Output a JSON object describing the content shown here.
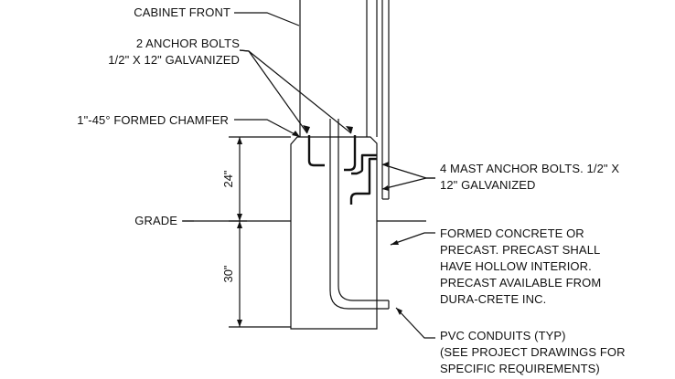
{
  "labels": {
    "cabinet_front": "CABINET FRONT",
    "anchor_bolts_line1": "2 ANCHOR BOLTS",
    "anchor_bolts_line2": "1/2\" X 12\" GALVANIZED",
    "chamfer": "1\"-45° FORMED CHAMFER",
    "grade": "GRADE",
    "mast_bolts_line1": "4 MAST ANCHOR BOLTS. 1/2\" X",
    "mast_bolts_line2": "12\" GALVANIZED",
    "concrete_line1": "FORMED CONCRETE OR",
    "concrete_line2": "PRECAST. PRECAST SHALL",
    "concrete_line3": "HAVE HOLLOW INTERIOR.",
    "concrete_line4": "PRECAST AVAILABLE FROM",
    "concrete_line5": "DURA-CRETE INC.",
    "pvc_line1": "PVC CONDUITS (TYP)",
    "pvc_line2": "(SEE PROJECT DRAWINGS FOR",
    "pvc_line3": "SPECIFIC REQUIREMENTS)"
  },
  "dimensions": {
    "above_grade": "24\"",
    "below_grade": "30\""
  },
  "colors": {
    "line": "#111111",
    "background": "#ffffff"
  }
}
